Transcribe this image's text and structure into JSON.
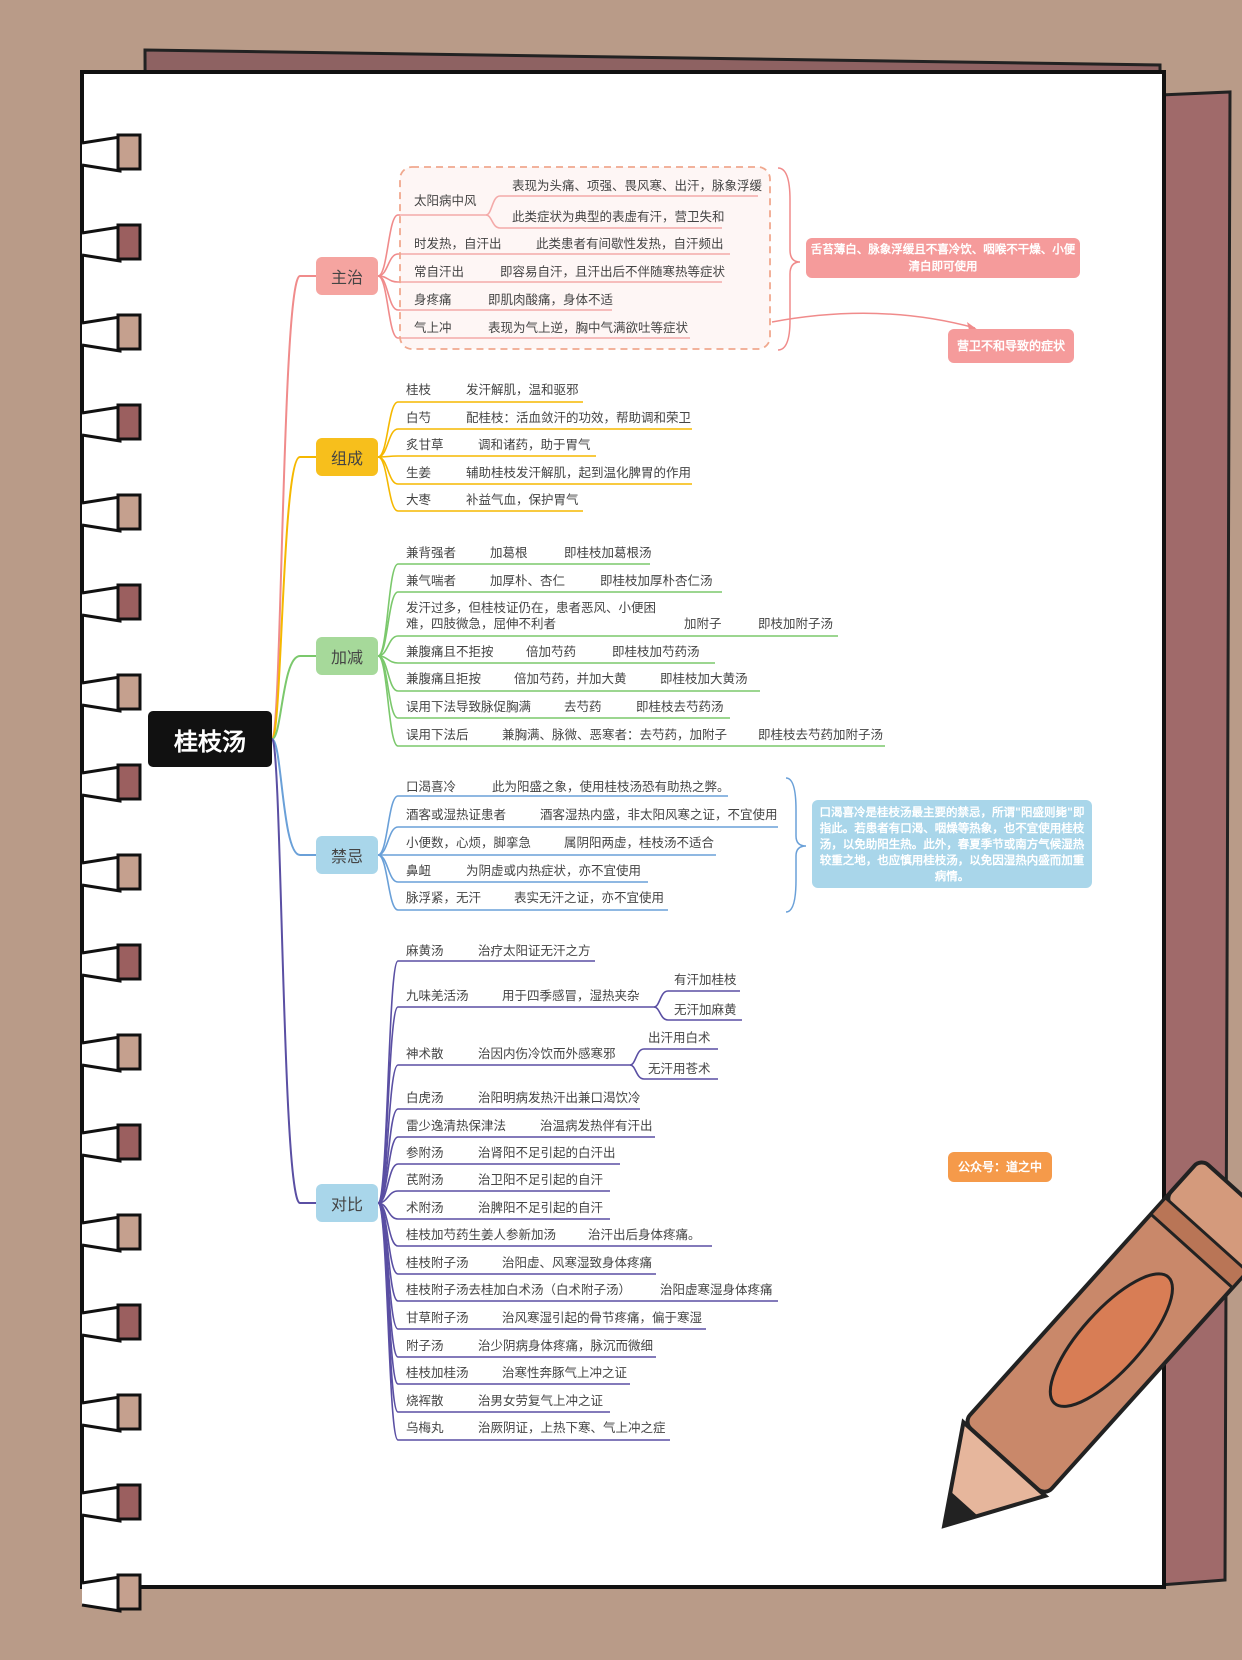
{
  "colors": {
    "zhuzhi": "#f08b8b",
    "zucheng": "#f5b800",
    "jiajian": "#7bc86c",
    "jinji": "#6aa0d8",
    "duibi": "#5a4fa3"
  },
  "root": {
    "label": "桂枝汤"
  },
  "categories": {
    "zhuzhi": "主治",
    "zucheng": "组成",
    "jiajian": "加减",
    "jinji": "禁忌",
    "duibi": "对比"
  },
  "zhuzhi": {
    "taiyang": "太阳病中风",
    "sub1": "表现为头痛、项强、畏风寒、出汗，脉象浮缓",
    "sub2": "此类症状为典型的表虚有汗，营卫失和",
    "r3a": "时发热，自汗出",
    "r3b": "此类患者有间歇性发热，自汗频出",
    "r4a": "常自汗出",
    "r4b": "即容易自汗，且汗出后不伴随寒热等症状",
    "r5a": "身疼痛",
    "r5b": "即肌肉酸痛，身体不适",
    "r6a": "气上冲",
    "r6b": "表现为气上逆，胸中气满欲吐等症状",
    "note1": "舌苔薄白、脉象浮缓且不喜冷饮、咽喉不干燥、小便清白即可使用",
    "note2": "营卫不和导致的症状"
  },
  "zucheng": [
    {
      "a": "桂枝",
      "b": "发汗解肌，温和驱邪"
    },
    {
      "a": "白芍",
      "b": "配桂枝：活血敛汗的功效，帮助调和荣卫"
    },
    {
      "a": "炙甘草",
      "b": "调和诸药，助于胃气"
    },
    {
      "a": "生姜",
      "b": "辅助桂枝发汗解肌，起到温化脾胃的作用"
    },
    {
      "a": "大枣",
      "b": "补益气血，保护胃气"
    }
  ],
  "jiajian": {
    "r1": {
      "a": "兼背强者",
      "b": "加葛根",
      "c": "即桂枝加葛根汤"
    },
    "r2": {
      "a": "兼气喘者",
      "b": "加厚朴、杏仁",
      "c": "即桂枝加厚朴杏仁汤"
    },
    "r3": {
      "a1": "发汗过多，但桂枝证仍在，患者恶风、小便困",
      "a2": "难，四肢微急，屈伸不利者",
      "b": "加附子",
      "c": "即枝加附子汤"
    },
    "r4": {
      "a": "兼腹痛且不拒按",
      "b": "倍加芍药",
      "c": "即桂枝加芍药汤"
    },
    "r5": {
      "a": "兼腹痛且拒按",
      "b": "倍加芍药，并加大黄",
      "c": "即桂枝加大黄汤"
    },
    "r6": {
      "a": "误用下法导致脉促胸满",
      "b": "去芍药",
      "c": "即桂枝去芍药汤"
    },
    "r7": {
      "a": "误用下法后",
      "b": "兼胸满、脉微、恶寒者：去芍药，加附子",
      "c": "即桂枝去芍药加附子汤"
    }
  },
  "jinji": {
    "rows": [
      {
        "a": "口渴喜冷",
        "b": "此为阳盛之象，使用桂枝汤恐有助热之弊。"
      },
      {
        "a": "酒客或湿热证患者",
        "b": "酒客湿热内盛，非太阳风寒之证，不宜使用"
      },
      {
        "a": "小便数，心烦，脚挛急",
        "b": "属阴阳两虚，桂枝汤不适合"
      },
      {
        "a": "鼻衄",
        "b": "为阴虚或内热症状，亦不宜使用"
      },
      {
        "a": "脉浮紧，无汗",
        "b": "表实无汗之证，亦不宜使用"
      }
    ],
    "note": "口渴喜冷是桂枝汤最主要的禁忌，所谓\"阳盛则毙\"即指此。若患者有口渴、咽燥等热象，也不宜使用桂枝汤，以免助阳生热。此外，春夏季节或南方气候湿热较重之地，也应慎用桂枝汤，以免因湿热内盛而加重病情。"
  },
  "duibi": {
    "mahuang": {
      "a": "麻黄汤",
      "b": "治疗太阳证无汗之方"
    },
    "jiuwei": {
      "a": "九味羌活汤",
      "b": "用于四季感冒，湿热夹杂",
      "c1": "有汗加桂枝",
      "c2": "无汗加麻黄"
    },
    "shenzhu": {
      "a": "神术散",
      "b": "治因内伤冷饮而外感寒邪",
      "c1": "出汗用白术",
      "c2": "无汗用苍术"
    },
    "rows": [
      {
        "a": "白虎汤",
        "b": "治阳明病发热汗出兼口渴饮冷"
      },
      {
        "a": "雷少逸清热保津法",
        "b": "治温病发热伴有汗出"
      },
      {
        "a": "参附汤",
        "b": "治肾阳不足引起的白汗出"
      },
      {
        "a": "芪附汤",
        "b": "治卫阳不足引起的自汗"
      },
      {
        "a": "术附汤",
        "b": "治脾阳不足引起的自汗"
      },
      {
        "a": "桂枝加芍药生姜人参新加汤",
        "b": "治汗出后身体疼痛。"
      },
      {
        "a": "桂枝附子汤",
        "b": "治阳虚、风寒湿致身体疼痛"
      },
      {
        "a": "桂枝附子汤去桂加白术汤（白术附子汤）",
        "b": "治阳虚寒湿身体疼痛"
      },
      {
        "a": "甘草附子汤",
        "b": "治风寒湿引起的骨节疼痛，偏于寒湿"
      },
      {
        "a": "附子汤",
        "b": "治少阴病身体疼痛，脉沉而微细"
      },
      {
        "a": "桂枝加桂汤",
        "b": "治寒性奔豚气上冲之证"
      },
      {
        "a": "烧裈散",
        "b": "治男女劳复气上冲之证"
      },
      {
        "a": "乌梅丸",
        "b": "治厥阴证，上热下寒、气上冲之症"
      }
    ]
  },
  "footer": {
    "badge": "公众号：道之中"
  }
}
